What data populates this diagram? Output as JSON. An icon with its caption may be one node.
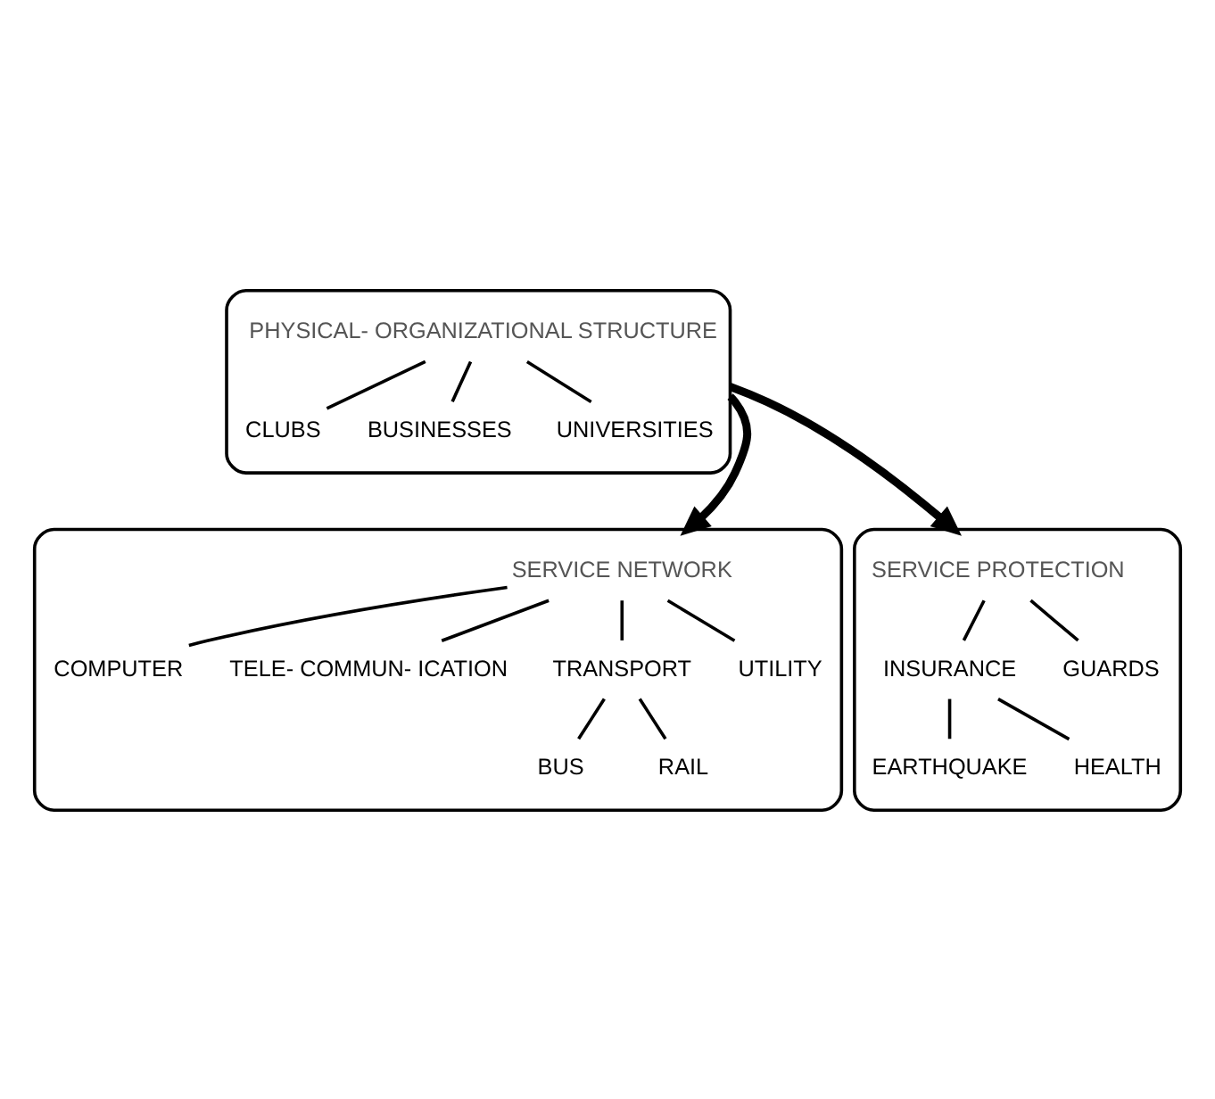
{
  "diagram": {
    "nodes": [
      {
        "text": [],
        "shape": "cloud"
      },
      {
        "text": [
          "PHYSICAL- ORGANIZATIONAL STRUCTURE"
        ],
        "in": 0
      },
      {
        "text": [
          "CLUBS"
        ],
        "in": 0
      },
      {
        "text": [
          "BUSINESSES"
        ],
        "in": 0
      },
      {
        "text": [
          "UNIVERSITIES"
        ],
        "in": 0
      },
      {
        "text": [],
        "shape": "cloud"
      },
      {
        "text": [
          "SERVICE NETWORK"
        ],
        "in": 5
      },
      {
        "text": [
          "COMPUTER"
        ],
        "in": 5
      },
      {
        "text": [
          "TELE- COMMUN- ICATION"
        ],
        "in": 5
      },
      {
        "text": [
          "TRANSPORT"
        ],
        "in": 5
      },
      {
        "text": [
          "UTILITY"
        ],
        "in": 5
      },
      {
        "text": [
          "BUS"
        ],
        "in": 5
      },
      {
        "text": [
          "RAIL"
        ],
        "in": 5
      },
      {
        "text": [],
        "shape": "cloud"
      },
      {
        "text": [
          "SERVICE PROTECTION"
        ],
        "in": 13
      },
      {
        "text": [
          "INSURANCE"
        ],
        "in": 13
      },
      {
        "text": [
          "GUARDS"
        ],
        "in": 13
      },
      {
        "text": [
          "EARTHQUAKE"
        ],
        "in": 13
      },
      {
        "text": [
          "HEALTH"
        ],
        "in": 13
      }
    ],
    "edges": [
      {
        "from": 0,
        "to": 5,
        "arrow": "to",
        "style": "thick"
      },
      {
        "from": 0,
        "to": 13,
        "arrow": "to",
        "style": "thick"
      },
      {
        "from": 1,
        "to": 2,
        "arrow": "none"
      },
      {
        "from": 1,
        "to": 3,
        "arrow": "none"
      },
      {
        "from": 1,
        "to": 4,
        "arrow": "none"
      },
      {
        "from": 6,
        "to": 7,
        "arrow": "none"
      },
      {
        "from": 6,
        "to": 8,
        "arrow": "none"
      },
      {
        "from": 6,
        "to": 9,
        "arrow": "none"
      },
      {
        "from": 6,
        "to": 10,
        "arrow": "none"
      },
      {
        "from": 9,
        "to": 11,
        "arrow": "none"
      },
      {
        "from": 9,
        "to": 12,
        "arrow": "none"
      },
      {
        "from": 14,
        "to": 15,
        "arrow": "none"
      },
      {
        "from": 14,
        "to": 16,
        "arrow": "none"
      },
      {
        "from": 15,
        "to": 17,
        "arrow": "none"
      },
      {
        "from": 15,
        "to": 18,
        "arrow": "none"
      }
    ]
  }
}
